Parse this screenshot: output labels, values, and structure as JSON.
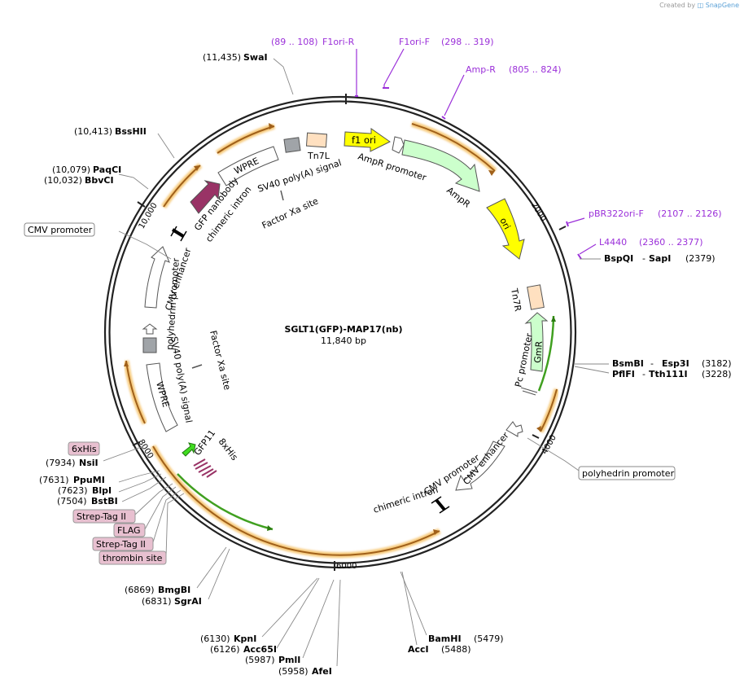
{
  "credit": {
    "created_by": "Created by",
    "brand": "SnapGene"
  },
  "plasmid": {
    "name": "SGLT1(GFP)-MAP17(nb)",
    "size": "11,840 bp"
  },
  "ticks": [
    "2000",
    "4000",
    "6000",
    "8000",
    "10,000"
  ],
  "primers": [
    {
      "range": "(89 .. 108)",
      "name": "F1ori-R"
    },
    {
      "range": "(298 .. 319)",
      "name": "F1ori-F"
    },
    {
      "range": "(805 .. 824)",
      "name": "Amp-R"
    },
    {
      "range": "(2107 .. 2126)",
      "name": "pBR322ori-F"
    },
    {
      "range": "(2360 .. 2377)",
      "name": "L4440"
    }
  ],
  "sites": {
    "swai": {
      "pos": "(11,435)",
      "name": "SwaI"
    },
    "bsshii": {
      "pos": "(10,413)",
      "name": "BssHII"
    },
    "paqci": {
      "pos": "(10,079)",
      "name": "PaqCI"
    },
    "bbvci": {
      "pos": "(10,032)",
      "name": "BbvCI"
    },
    "bspqi": {
      "name1": "BspQI",
      "sep": "-",
      "name2": "SapI",
      "pos": "(2379)"
    },
    "bsmbi": {
      "name1": "BsmBI",
      "sep": "-",
      "name2": "Esp3I",
      "pos": "(3182)"
    },
    "pflfi": {
      "name1": "PflFI",
      "sep": "-",
      "name2": "Tth111I",
      "pos": "(3228)"
    },
    "nsii": {
      "pos": "(7934)",
      "name": "NsiI"
    },
    "ppumi": {
      "pos": "(7631)",
      "name": "PpuMI"
    },
    "blpi": {
      "pos": "(7623)",
      "name": "BlpI"
    },
    "bstbi": {
      "pos": "(7504)",
      "name": "BstBI"
    },
    "bmgbi": {
      "pos": "(6869)",
      "name": "BmgBI"
    },
    "sgrai": {
      "pos": "(6831)",
      "name": "SgrAI"
    },
    "kpni": {
      "pos": "(6130)",
      "name": "KpnI"
    },
    "acc65i": {
      "pos": "(6126)",
      "name": "Acc65I"
    },
    "pmli": {
      "pos": "(5987)",
      "name": "PmlI"
    },
    "afei": {
      "pos": "(5958)",
      "name": "AfeI"
    },
    "bamhi": {
      "name": "BamHI",
      "pos": "(5479)"
    },
    "acci": {
      "name": "AccI",
      "pos": "(5488)"
    }
  },
  "boxed": {
    "cmv_promoter": "CMV promoter",
    "polyhedrin_promoter": "polyhedrin promoter",
    "tags": [
      "6xHis",
      "Strep-Tag II",
      "FLAG",
      "Strep-Tag II",
      "thrombin site"
    ]
  },
  "features": {
    "f1_ori": "f1 ori",
    "ampr_promoter": "AmpR promoter",
    "ampr": "AmpR",
    "ori": "ori",
    "tn7l": "Tn7L",
    "sv40_top": "SV40 poly(A) signal",
    "factor_xa_top": "Factor Xa site",
    "wpre_top": "WPRE",
    "gfp_nanobody": "GFP nanobody",
    "chimeric_intron_top": "chimeric intron",
    "cmv_enhancer_left": "CMV enhancer",
    "polyhedrin_left": "polyhedrin promoter",
    "sv40_left": "SV40 poly(A) signal",
    "factor_xa_left": "Factor Xa site",
    "wpre_left": "WPRE",
    "tn7r": "Tn7R",
    "gmr": "GmR",
    "pc_promoter": "Pc promoter",
    "cmv_enhancer_right": "CMV enhancer",
    "cmv_promoter_right": "CMV promoter",
    "chimeric_intron_right": "chimeric intron",
    "gfp11": "GFP11",
    "his8": "8xHis"
  },
  "colors": {
    "backbone": "#222222",
    "yellow_feature": "#ffff00",
    "ampr_green": "#ccffcc",
    "gmr_green": "#ccffcc",
    "tn7_tan": "#ffe0c0",
    "gray_box": "#a0a4a8",
    "maroon": "#993366",
    "orf_orange": "#f0a040",
    "orf_green": "#40a020",
    "primer_purple": "#9b30d9",
    "tag_pink": "#e8c0d0"
  }
}
